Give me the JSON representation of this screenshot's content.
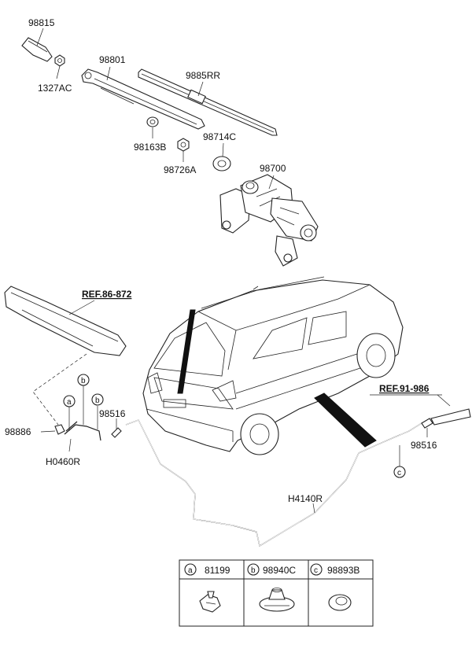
{
  "callouts": {
    "p98815": "98815",
    "p1327AC": "1327AC",
    "p98801": "98801",
    "p9885RR": "9885RR",
    "p98163B": "98163B",
    "p98714C": "98714C",
    "p98726A": "98726A",
    "p98700": "98700",
    "p98886": "98886",
    "pH0460R": "H0460R",
    "p98516_left": "98516",
    "p98516_right": "98516",
    "pH4140R": "H4140R"
  },
  "references": {
    "ref_spoiler": "REF.86-872",
    "ref_body": "REF.91-986"
  },
  "circle_markers": {
    "a": "a",
    "b": "b",
    "c": "c"
  },
  "legend": {
    "items": [
      {
        "marker": "a",
        "part_no": "81199",
        "icon": "clip-icon"
      },
      {
        "marker": "b",
        "part_no": "98940C",
        "icon": "grommet-clip-icon"
      },
      {
        "marker": "c",
        "part_no": "98893B",
        "icon": "ring-grommet-icon"
      }
    ]
  }
}
